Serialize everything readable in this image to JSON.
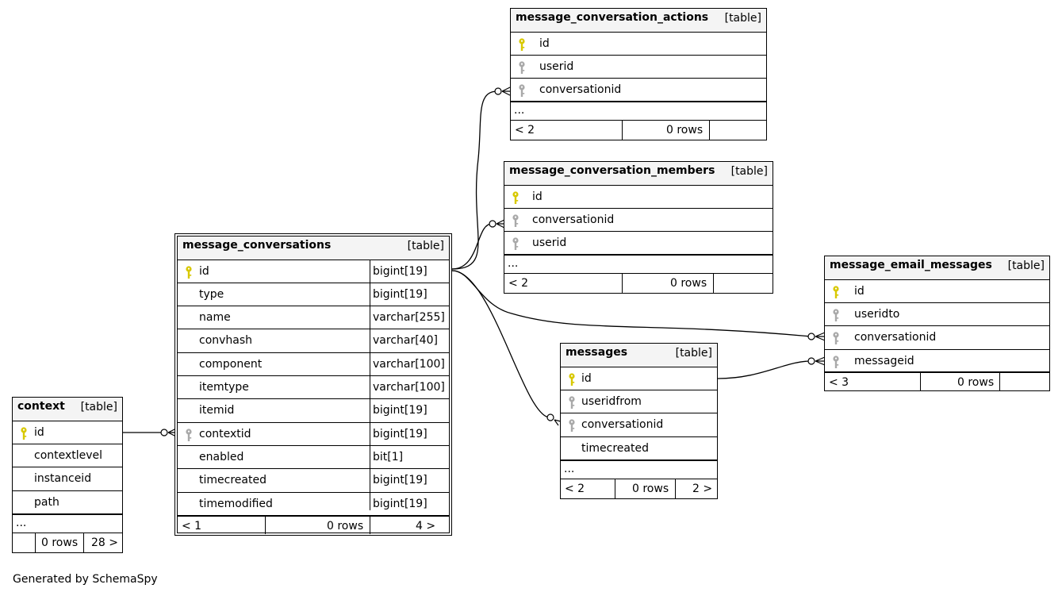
{
  "footer_text": "Generated by SchemaSpy",
  "colors": {
    "primary_key": "#d8c800",
    "foreign_key": "#a9a9a9",
    "header_bg": "#f4f4f4"
  },
  "tables": {
    "message_conversations": {
      "name": "message_conversations",
      "kind": "[table]",
      "columns": [
        {
          "name": "id",
          "type": "bigint[19]",
          "key": "primary"
        },
        {
          "name": "type",
          "type": "bigint[19]",
          "key": ""
        },
        {
          "name": "name",
          "type": "varchar[255]",
          "key": ""
        },
        {
          "name": "convhash",
          "type": "varchar[40]",
          "key": ""
        },
        {
          "name": "component",
          "type": "varchar[100]",
          "key": ""
        },
        {
          "name": "itemtype",
          "type": "varchar[100]",
          "key": ""
        },
        {
          "name": "itemid",
          "type": "bigint[19]",
          "key": ""
        },
        {
          "name": "contextid",
          "type": "bigint[19]",
          "key": "foreign"
        },
        {
          "name": "enabled",
          "type": "bit[1]",
          "key": ""
        },
        {
          "name": "timecreated",
          "type": "bigint[19]",
          "key": ""
        },
        {
          "name": "timemodified",
          "type": "bigint[19]",
          "key": ""
        }
      ],
      "footer": {
        "parents": "< 1",
        "rows": "0 rows",
        "children": "4 >"
      }
    },
    "context": {
      "name": "context",
      "kind": "[table]",
      "columns": [
        {
          "name": "id",
          "key": "primary"
        },
        {
          "name": "contextlevel",
          "key": ""
        },
        {
          "name": "instanceid",
          "key": ""
        },
        {
          "name": "path",
          "key": ""
        }
      ],
      "ellipsis": "...",
      "footer": {
        "parents": "",
        "rows": "0 rows",
        "children": "28 >"
      }
    },
    "message_conversation_actions": {
      "name": "message_conversation_actions",
      "kind": "[table]",
      "columns": [
        {
          "name": "id",
          "key": "primary"
        },
        {
          "name": "userid",
          "key": "foreign"
        },
        {
          "name": "conversationid",
          "key": "foreign"
        }
      ],
      "ellipsis": "...",
      "footer": {
        "parents": "< 2",
        "rows": "0 rows",
        "children": ""
      }
    },
    "message_conversation_members": {
      "name": "message_conversation_members",
      "kind": "[table]",
      "columns": [
        {
          "name": "id",
          "key": "primary"
        },
        {
          "name": "conversationid",
          "key": "foreign"
        },
        {
          "name": "userid",
          "key": "foreign"
        }
      ],
      "ellipsis": "...",
      "footer": {
        "parents": "< 2",
        "rows": "0 rows",
        "children": ""
      }
    },
    "messages": {
      "name": "messages",
      "kind": "[table]",
      "columns": [
        {
          "name": "id",
          "key": "primary"
        },
        {
          "name": "useridfrom",
          "key": "foreign"
        },
        {
          "name": "conversationid",
          "key": "foreign"
        },
        {
          "name": "timecreated",
          "key": ""
        }
      ],
      "ellipsis": "...",
      "footer": {
        "parents": "< 2",
        "rows": "0 rows",
        "children": "2 >"
      }
    },
    "message_email_messages": {
      "name": "message_email_messages",
      "kind": "[table]",
      "columns": [
        {
          "name": "id",
          "key": "primary"
        },
        {
          "name": "useridto",
          "key": "foreign"
        },
        {
          "name": "conversationid",
          "key": "foreign"
        },
        {
          "name": "messageid",
          "key": "foreign"
        }
      ],
      "footer": {
        "parents": "< 3",
        "rows": "0 rows",
        "children": ""
      }
    }
  }
}
